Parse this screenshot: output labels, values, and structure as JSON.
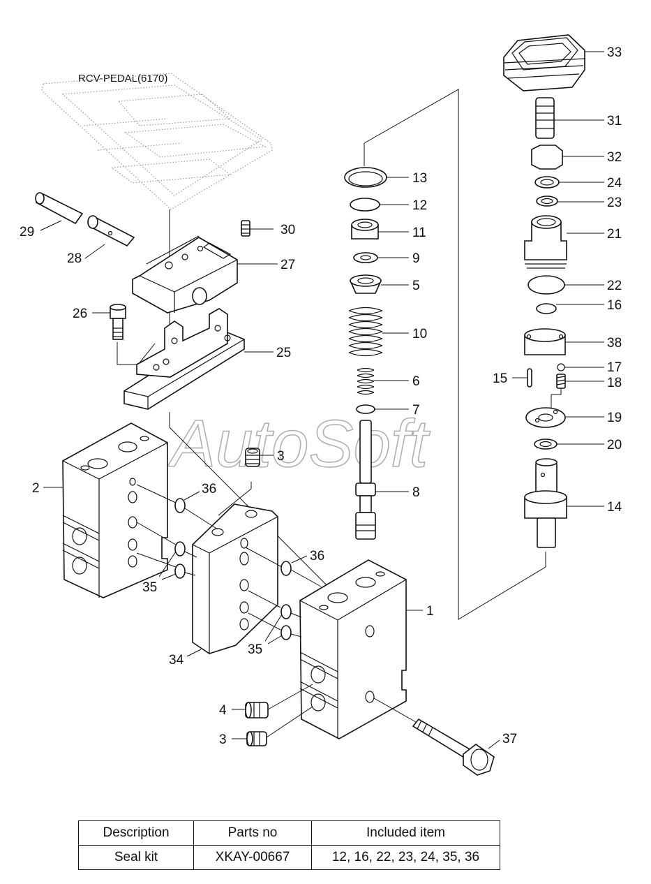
{
  "diagram": {
    "subtitle": "RCV-PEDAL(6170)",
    "watermark": "AutoSoft",
    "callouts": [
      "33",
      "31",
      "32",
      "24",
      "23",
      "21",
      "22",
      "16",
      "38",
      "17",
      "15",
      "18",
      "19",
      "20",
      "14",
      "13",
      "12",
      "11",
      "9",
      "5",
      "10",
      "6",
      "7",
      "8",
      "1",
      "37",
      "30",
      "29",
      "28",
      "27",
      "26",
      "25",
      "3",
      "2",
      "36",
      "36",
      "35",
      "35",
      "34",
      "4",
      "3"
    ]
  },
  "table": {
    "headers": [
      "Description",
      "Parts no",
      "Included item"
    ],
    "rows": [
      [
        "Seal kit",
        "XKAY-00667",
        "12, 16, 22, 23, 24, 35, 36"
      ]
    ]
  }
}
